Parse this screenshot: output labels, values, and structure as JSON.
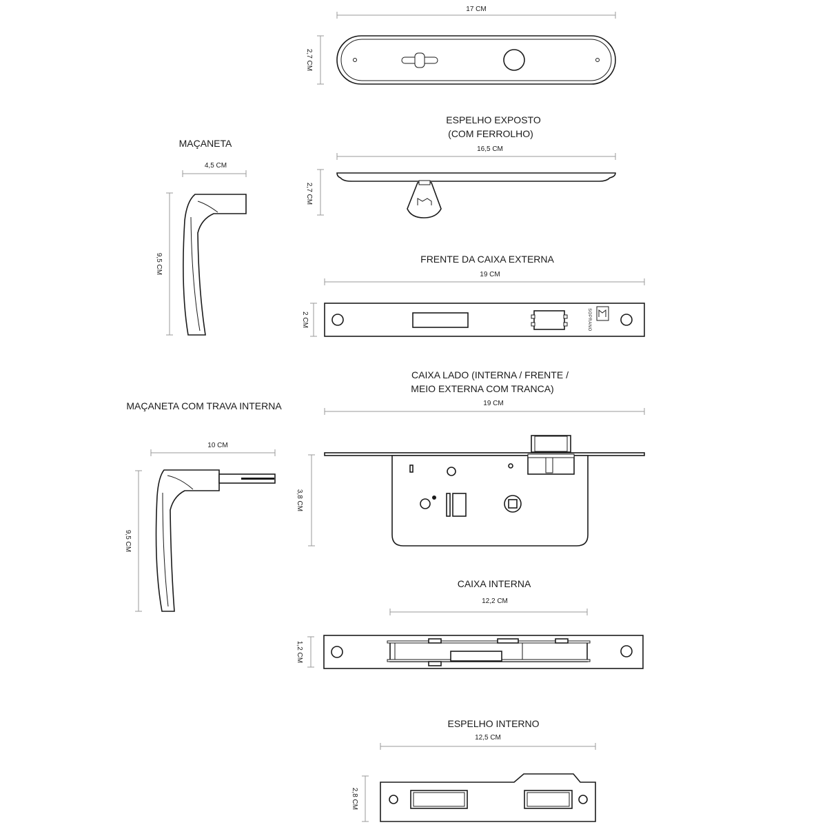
{
  "titles": {
    "espelho_exposto": [
      "ESPELHO EXPOSTO",
      "(COM FERROLHO)"
    ],
    "macaneta": "MAÇANETA",
    "frente_caixa_externa": "FRENTE DA CAIXA EXTERNA",
    "caixa_lado": [
      "CAIXA LADO (INTERNA / FRENTE /",
      "MEIO EXTERNA COM TRANCA)"
    ],
    "macaneta_trava": "MAÇANETA COM TRAVA INTERNA",
    "caixa_interna": "CAIXA INTERNA",
    "espelho_interno": "ESPELHO INTERNO"
  },
  "dimensions": {
    "plate_width": "17 CM",
    "plate_height": "2,7 CM",
    "exposto_width": "16,5 CM",
    "exposto_height": "2,7 CM",
    "handle_width": "4,5 CM",
    "handle_height": "9,5 CM",
    "frente_width": "19 CM",
    "frente_height": "2 CM",
    "lado_width": "19 CM",
    "lado_height": "3,8 CM",
    "trava_width": "10 CM",
    "trava_height": "9,5 CM",
    "interna_width": "12,2 CM",
    "interna_height": "1,2 CM",
    "espelho_int_width": "12,5 CM",
    "espelho_int_height": "2,8 CM"
  },
  "brand": "SOPRANO"
}
